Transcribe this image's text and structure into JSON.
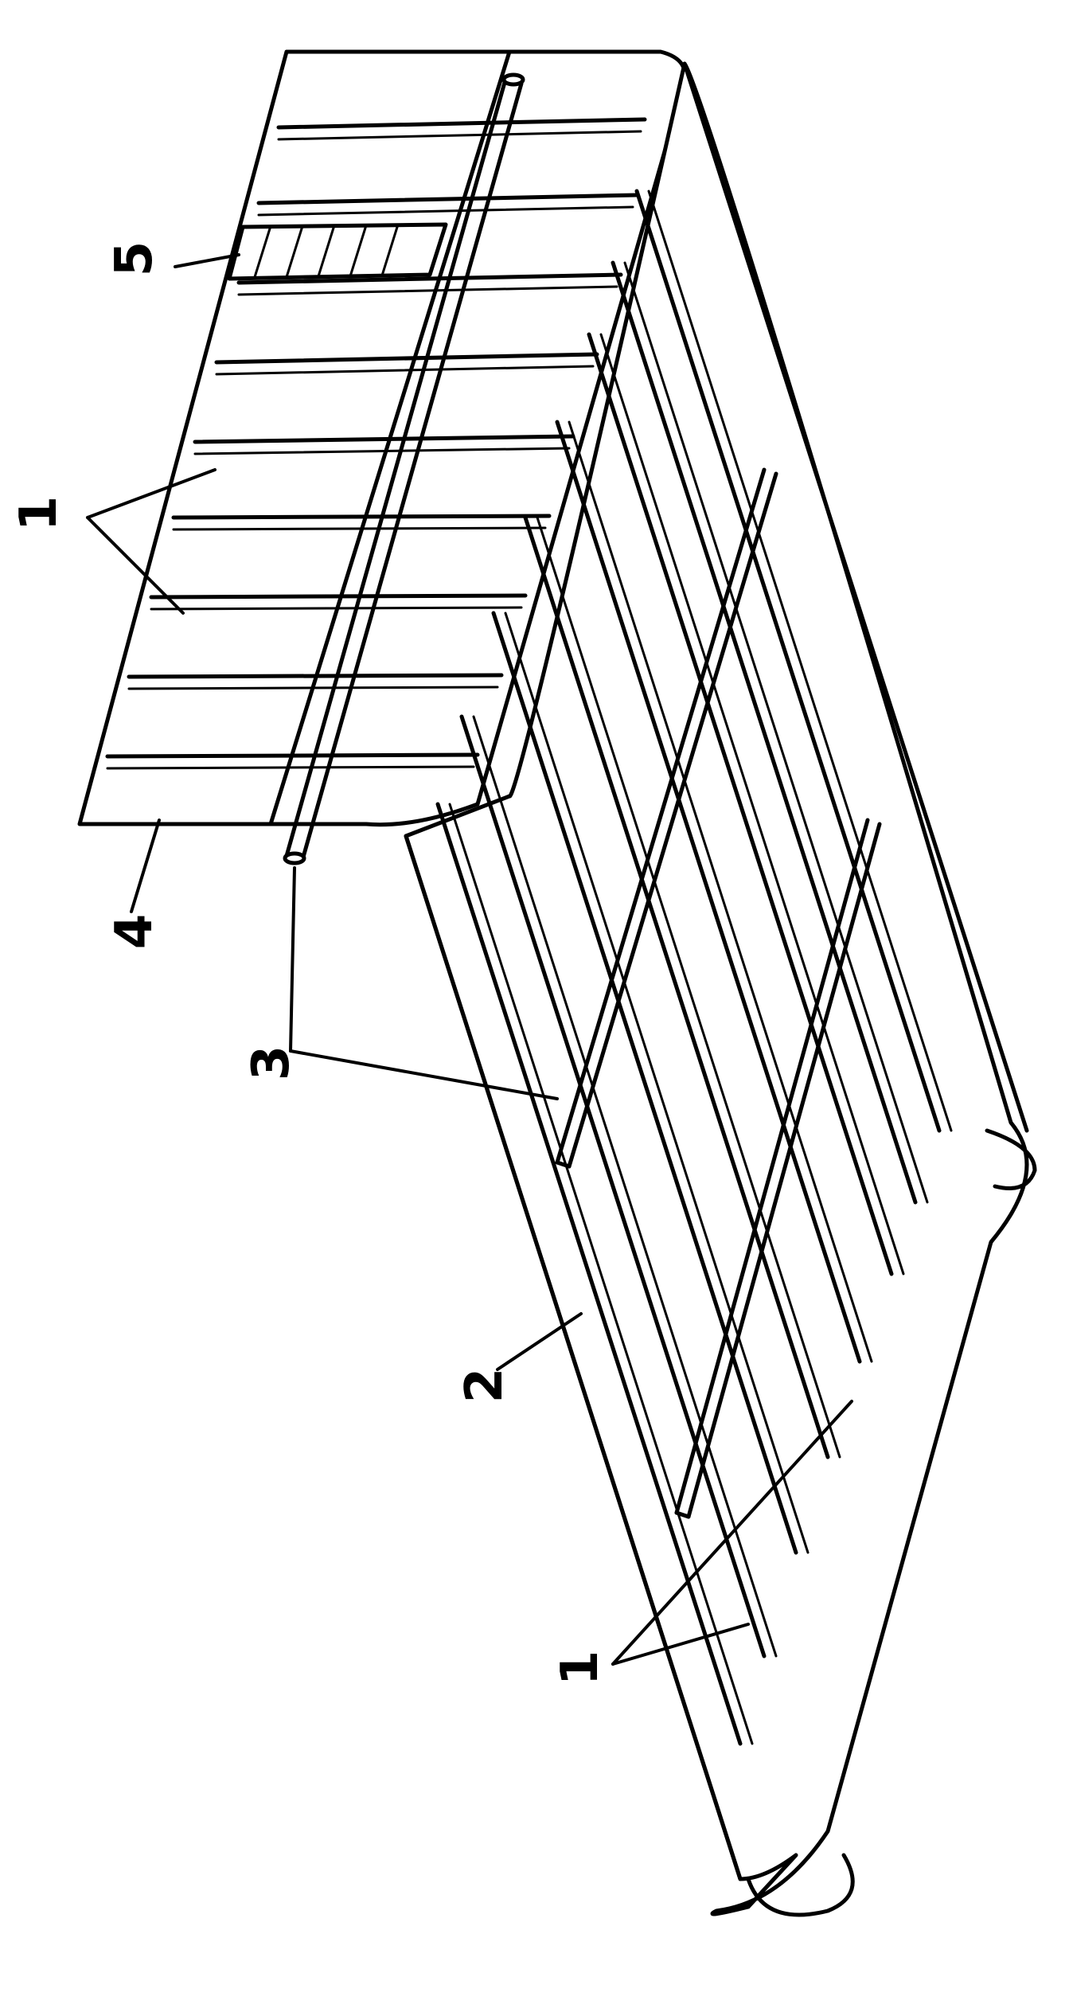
{
  "figure": {
    "palette": {
      "ink": "#000000",
      "paper": "#ffffff"
    },
    "callouts": [
      {
        "id": "c1a",
        "text": "1"
      },
      {
        "id": "c5",
        "text": "5"
      },
      {
        "id": "c4",
        "text": "4"
      },
      {
        "id": "c3",
        "text": "3"
      },
      {
        "id": "c2",
        "text": "2"
      },
      {
        "id": "c1b",
        "text": "1"
      }
    ]
  }
}
